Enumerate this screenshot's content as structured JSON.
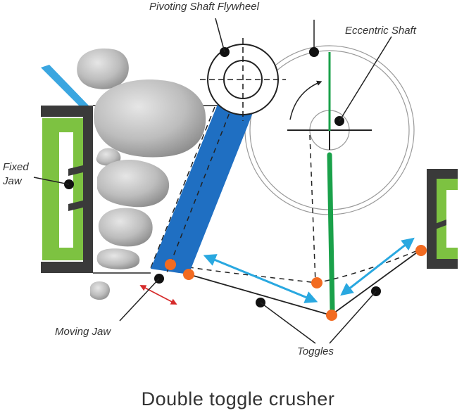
{
  "labels": {
    "pivoting_shaft_flywheel": "Pivoting Shaft Flywheel",
    "eccentric_shaft": "Eccentric Shaft",
    "fixed_jaw_line1": "Fixed",
    "fixed_jaw_line2": "Jaw",
    "moving_jaw": "Moving Jaw",
    "toggles": "Toggles"
  },
  "caption": "Double toggle crusher",
  "colors": {
    "jaw_green": "#7dc241",
    "frame_dark": "#3a3a3a",
    "moving_jaw_blue": "#1f6fc2",
    "arrow_blue": "#29a8e0",
    "pitman_green": "#1aa14a",
    "pivot_orange": "#f26b21",
    "motion_red": "#d62b2b",
    "rock_grey": "#b9b9b9",
    "feed_chute_blue": "#3aa6e0"
  }
}
